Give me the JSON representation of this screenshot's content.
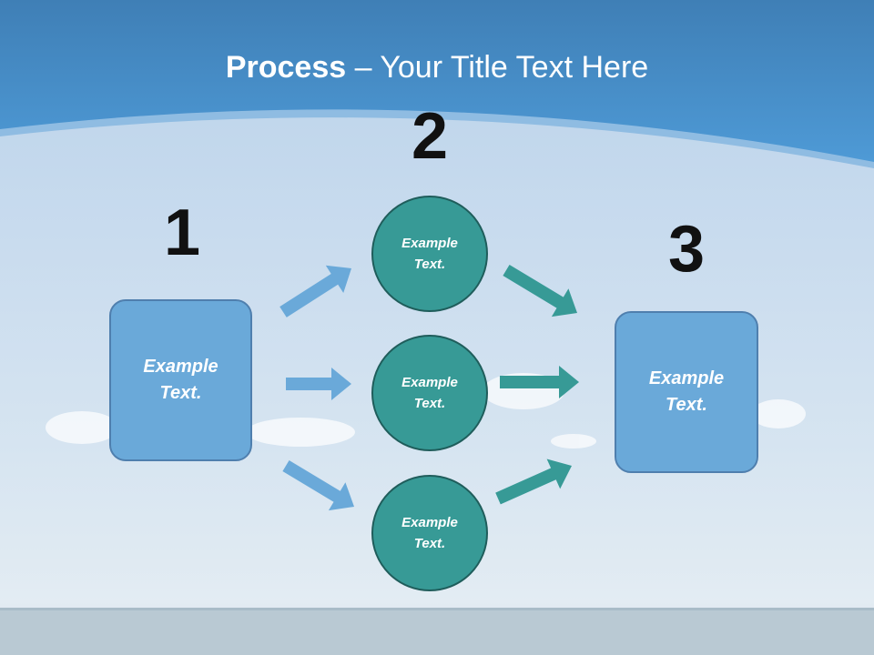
{
  "slide": {
    "title_bold": "Process",
    "title_rest": " – Your Title Text Here"
  },
  "steps": {
    "step1_number": "1",
    "step2_number": "2",
    "step3_number": "3"
  },
  "nodes": {
    "left_box": "Example\nText.",
    "circle_top": "Example\nText.",
    "circle_middle": "Example\nText.",
    "circle_bottom": "Example\nText.",
    "right_box": "Example\nText."
  },
  "colors": {
    "header_blue": "#4a94d0",
    "box_fill": "#6aa9d9",
    "circle_fill": "#379a96",
    "arrow_light": "#6aa9d9",
    "arrow_teal": "#379a96"
  }
}
